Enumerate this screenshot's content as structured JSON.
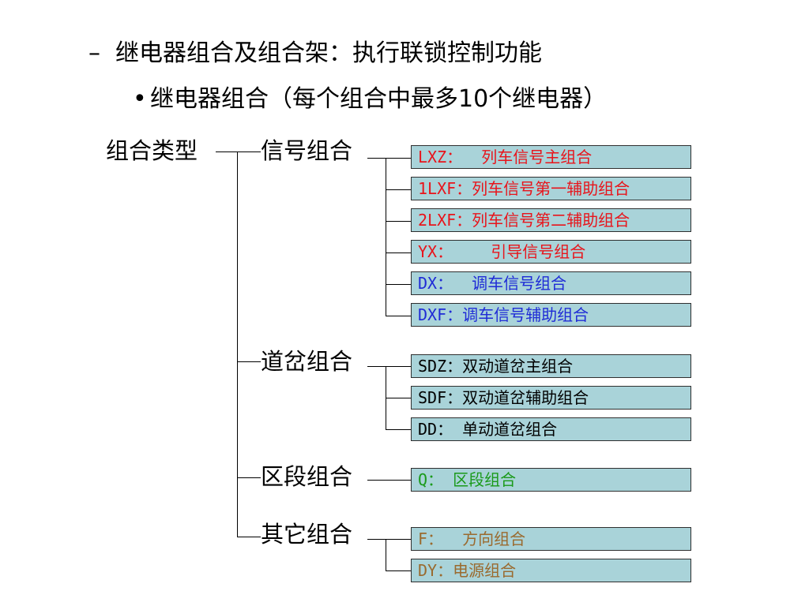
{
  "header": {
    "dash": "–",
    "line1": "继电器组合及组合架：执行联锁控制功能",
    "bullet": "•",
    "line2": "继电器组合（每个组合中最多10个继电器）"
  },
  "root": {
    "label": "组合类型"
  },
  "groups": [
    {
      "label": "信号组合",
      "items": [
        {
          "text": "LXZ：  列车信号主组合",
          "color": "#e8141b"
        },
        {
          "text": "1LXF：列车信号第一辅助组合",
          "color": "#e8141b"
        },
        {
          "text": "2LXF：列车信号第二辅助组合",
          "color": "#e8141b"
        },
        {
          "text": "YX：    引导信号组合",
          "color": "#e8141b"
        },
        {
          "text": "DX：  调车信号组合",
          "color": "#1f2bd6"
        },
        {
          "text": "DXF：调车信号辅助组合",
          "color": "#1f2bd6"
        }
      ]
    },
    {
      "label": "道岔组合",
      "items": [
        {
          "text": "SDZ：双动道岔主组合",
          "color": "#000000"
        },
        {
          "text": "SDF：双动道岔辅助组合",
          "color": "#000000"
        },
        {
          "text": "DD： 单动道岔组合",
          "color": "#000000"
        }
      ]
    },
    {
      "label": "区段组合",
      "items": [
        {
          "text": "Q： 区段组合",
          "color": "#1a9a1a"
        }
      ]
    },
    {
      "label": "其它组合",
      "items": [
        {
          "text": "F：  方向组合",
          "color": "#9a6a2e"
        },
        {
          "text": "DY：电源组合",
          "color": "#9a6a2e"
        }
      ]
    }
  ]
}
